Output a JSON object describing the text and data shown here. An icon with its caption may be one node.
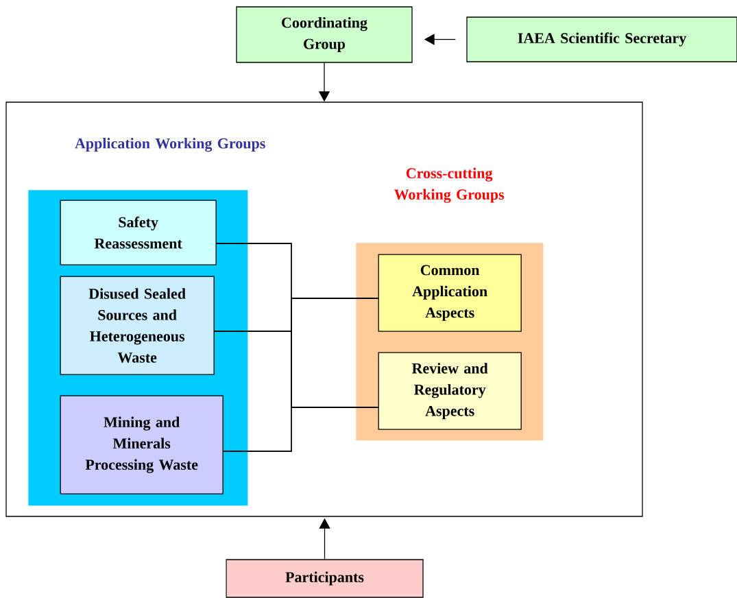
{
  "diagram": {
    "nodes": [
      {
        "text": [
          "Coordinating Group"
        ]
      },
      {
        "text": [
          "IAEA Scientific Secretary"
        ]
      },
      {
        "text": [],
        "shape": "box"
      },
      {
        "text": [
          "Application Working Groups"
        ],
        "in": 2
      },
      {
        "text": [
          "Safety Reassessment"
        ],
        "in": 3
      },
      {
        "text": [
          "Disused Sealed Sources and Heterogeneous Waste"
        ],
        "in": 3
      },
      {
        "text": [
          "Mining and Minerals Processing Waste"
        ],
        "in": 3
      },
      {
        "text": [
          "Cross-cutting Working Groups"
        ],
        "in": 2
      },
      {
        "text": [
          "Common Application Aspects"
        ],
        "in": 7
      },
      {
        "text": [
          "Review and Regulatory Aspects"
        ],
        "in": 7
      },
      {
        "text": [
          "Participants"
        ]
      }
    ],
    "edges": [
      {
        "from": 1,
        "to": 0,
        "arrow": "to"
      },
      {
        "from": 0,
        "to": 2,
        "arrow": "to"
      },
      {
        "from": 10,
        "to": 2,
        "arrow": "to"
      },
      {
        "from": 4,
        "to": 8,
        "arrow": "none"
      },
      {
        "from": 4,
        "to": 9,
        "arrow": "none"
      },
      {
        "from": 5,
        "to": 8,
        "arrow": "none"
      },
      {
        "from": 5,
        "to": 9,
        "arrow": "none"
      },
      {
        "from": 6,
        "to": 8,
        "arrow": "none"
      },
      {
        "from": 6,
        "to": 9,
        "arrow": "none"
      }
    ]
  }
}
